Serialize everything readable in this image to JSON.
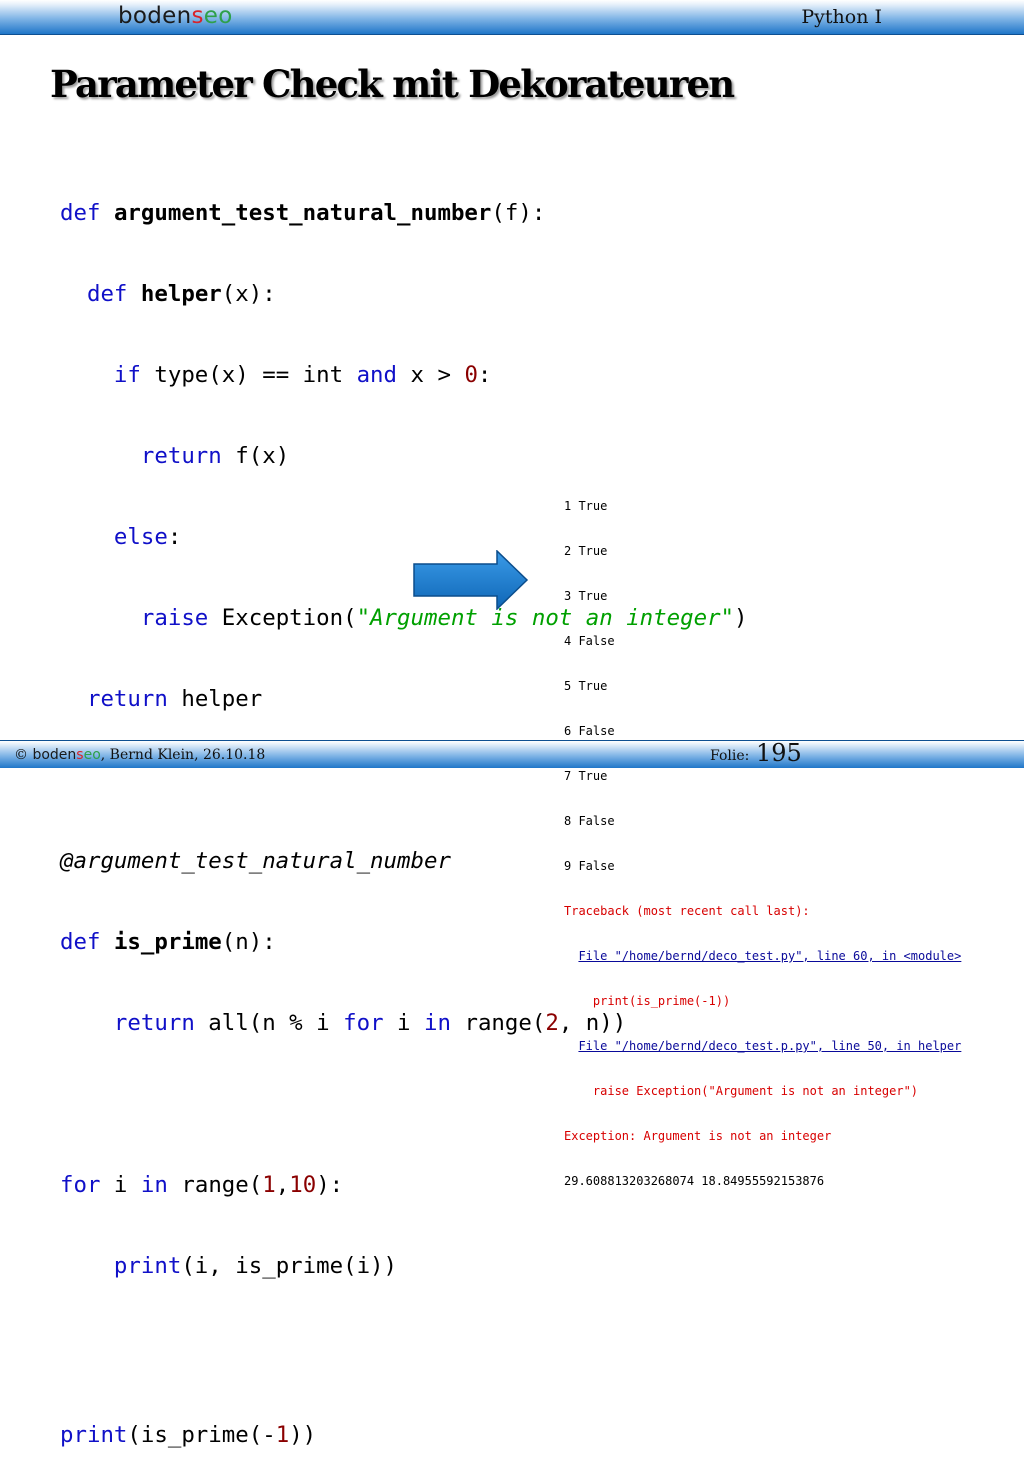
{
  "header": {
    "brand": {
      "part1": "boden",
      "part2": "s",
      "part3": "eo"
    },
    "course": "Python I"
  },
  "title": "Parameter Check mit Dekorateuren",
  "code": {
    "l1": {
      "kw": "def",
      "name": "argument_test_natural_number",
      "rest": "(f):"
    },
    "l2": {
      "indent": "  ",
      "kw": "def",
      "name": "helper",
      "rest": "(x):"
    },
    "l3": {
      "indent": "    ",
      "kw": "if",
      "a": " type(x) == int ",
      "kw2": "and",
      "b": " x > ",
      "num": "0",
      "c": ":"
    },
    "l4": {
      "indent": "      ",
      "kw": "return",
      "rest": " f(x)"
    },
    "l5": {
      "indent": "    ",
      "kw": "else",
      "rest": ":"
    },
    "l6": {
      "indent": "      ",
      "kw": "raise",
      "a": " Exception(",
      "str": "\"Argument is not an integer\"",
      "b": ")"
    },
    "l7": {
      "indent": "  ",
      "kw": "return",
      "rest": " helper"
    },
    "l9": {
      "text": "@argument_test_natural_number"
    },
    "l10": {
      "kw": "def",
      "name": "is_prime",
      "rest": "(n):"
    },
    "l11": {
      "indent": "    ",
      "kw": "return",
      "a": " all(n % i ",
      "kw2": "for",
      "b": " i ",
      "kw3": "in",
      "c": " range(",
      "num": "2",
      "d": ", n))"
    },
    "l13": {
      "kw": "for",
      "a": " i ",
      "kw2": "in",
      "b": " range(",
      "n1": "1",
      "c": ",",
      "n2": "10",
      "d": "):"
    },
    "l14": {
      "indent": "    ",
      "kw": "print",
      "rest": "(i, is_prime(i))"
    },
    "l16": {
      "kw": "print",
      "a": "(is_prime(-",
      "num": "1",
      "b": "))"
    }
  },
  "output": {
    "results": [
      "1 True",
      "2 True",
      "3 True",
      "4 False",
      "5 True",
      "6 False",
      "7 True",
      "8 False",
      "9 False"
    ],
    "traceback": "Traceback (most recent call last):",
    "file1": "File \"/home/bernd/deco_test.py\", line 60, in <module>",
    "code1": "print(is_prime(-1))",
    "file2": "File \"/home/bernd/deco_test.p.py\", line 50, in helper",
    "code2": "raise Exception(\"Argument is not an integer\")",
    "exception": "Exception: Argument is not an integer",
    "timing": "29.608813203268074 18.84955592153876"
  },
  "footer": {
    "copyright": "©",
    "brand": {
      "part1": "boden",
      "part2": "s",
      "part3": "eo"
    },
    "author": ", Bernd Klein, 26.10.18",
    "folie_label": "Folie:",
    "folie_number": "195"
  },
  "colors": {
    "keyword": "#1010c8",
    "number": "#8a0000",
    "string": "#00a000",
    "error": "#d80000",
    "arrow": "#1577c8"
  }
}
